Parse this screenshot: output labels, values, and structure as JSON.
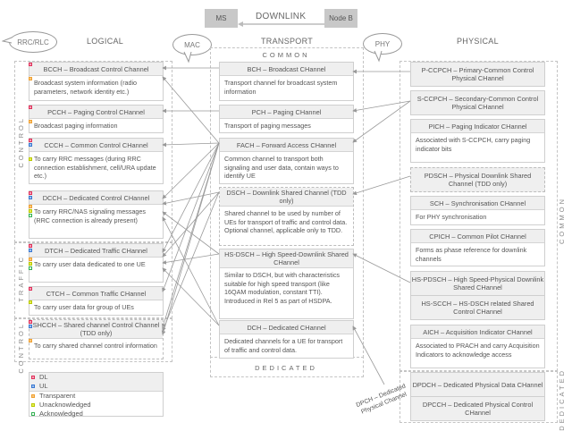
{
  "header": {
    "ms": "MS",
    "direction": "DOWNLINK",
    "nodeb": "Node B"
  },
  "bubbles": {
    "rrc": "RRC/RLC",
    "mac": "MAC",
    "phy": "PHY"
  },
  "columns": {
    "logical": "LOGICAL",
    "transport": "TRANSPORT",
    "physical": "PHYSICAL"
  },
  "section_labels": {
    "control_top": "CONTROL",
    "traffic": "TRAFFIC",
    "control_bottom": "CONTROL",
    "transport_common": "COMMON",
    "transport_dedicated": "DEDICATED",
    "physical_common": "COMMON",
    "physical_dedicated": "DEDICATED"
  },
  "logical": [
    {
      "title": "BCCH – Broadcast Control Channel",
      "desc": "Broadcast system information (radio parameters, network identity etc.)",
      "flags": [
        "DL",
        "Transparent"
      ]
    },
    {
      "title": "PCCH – Paging Control CHannel",
      "desc": "Broadcast paging information",
      "flags": [
        "DL",
        "Transparent"
      ]
    },
    {
      "title": "CCCH – Common Control CHannel",
      "desc": "To carry RRC messages (during RRC connection establishment, cell/URA update etc.)",
      "flags": [
        "DL",
        "UL",
        "Unacknowledged"
      ]
    },
    {
      "title": "DCCH – Dedicated Control CHannel",
      "desc": "To carry RRC/NAS signaling messages (RRC connection is already present)",
      "flags": [
        "DL",
        "UL",
        "Transparent",
        "Unacknowledged",
        "Acknowledged"
      ]
    },
    {
      "title": "DTCH – Dedicated Traffic CHannel",
      "desc": "To carry user data dedicated to one UE",
      "flags": [
        "DL",
        "UL",
        "Transparent",
        "Unacknowledged",
        "Acknowledged"
      ]
    },
    {
      "title": "CTCH – Common Traffic CHannel",
      "desc": "To carry user data for group of UEs",
      "flags": [
        "DL",
        "Unacknowledged"
      ]
    },
    {
      "title": "SHCCH – Shared channel Control Channel (TDD only)",
      "desc": "To carry shared channel control information",
      "flags": [
        "DL",
        "UL",
        "Transparent"
      ]
    }
  ],
  "transport": [
    {
      "title": "BCH – Broadcast CHannel",
      "desc": "Transport channel for broadcast system information"
    },
    {
      "title": "PCH – Paging CHannel",
      "desc": "Transport of paging messages"
    },
    {
      "title": "FACH – Forward Access CHannel",
      "desc": "Common channel to transport both signaling and user data, contain ways to identify UE"
    },
    {
      "title": "DSCH – Downlink Shared Channel (TDD only)",
      "desc": "Shared channel to be used by number of UEs for transport of traffic and control data. Optional channel, applicable only to TDD."
    },
    {
      "title": "HS-DSCH – High Speed-Downlink Shared CHannel",
      "desc": "Similar to DSCH, but with characteristics suitable for high speed transport (like 16QAM modulation, constant TTI). Introduced in Rel 5 as part of HSDPA."
    },
    {
      "title": "DCH – Dedicated CHannel",
      "desc": "Dedicated channels for a UE for transport of traffic and control data."
    }
  ],
  "physical": [
    {
      "title": "P-CCPCH – Primary-Common Control Physical CHannel"
    },
    {
      "title": "S-CCPCH – Secondary-Common Control Physical CHannel"
    },
    {
      "title": "PICH – Paging Indicator CHannel",
      "desc": "Associated with S-CCPCH, carry paging indicator bits"
    },
    {
      "title": "PDSCH – Physical Downlink Shared Channel (TDD only)"
    },
    {
      "title": "SCH – Synchronisation CHannel",
      "desc": "For PHY synchronisation"
    },
    {
      "title": "CPICH – Common Pilot CHannel",
      "desc": "Forms as phase reference for downlink channels"
    },
    {
      "title": "HS-PDSCH – High Speed-Physical Downlink Shared CHannel"
    },
    {
      "title": "HS-SCCH – HS-DSCH related Shared Control CHannel"
    },
    {
      "title": "AICH – Acquisition Indicator CHannel",
      "desc": "Associated to PRACH and carry Acquisition Indicators to acknowledge access"
    },
    {
      "title": "DPDCH – Dedicated Physical Data CHannel"
    },
    {
      "title": "DPCCH – Dedicated Physical Control CHannel"
    }
  ],
  "dpch_label": "DPCH – Dedicated Physical Channel",
  "legend": [
    {
      "key": "dl",
      "label": "DL",
      "color": "#e0305a"
    },
    {
      "key": "ul",
      "label": "UL",
      "color": "#3a78d0"
    },
    {
      "key": "tr",
      "label": "Transparent",
      "color": "#f0a030"
    },
    {
      "key": "un",
      "label": "Unacknowledged",
      "color": "#b8c800"
    },
    {
      "key": "ac",
      "label": "Acknowledged",
      "color": "#30b050"
    }
  ]
}
